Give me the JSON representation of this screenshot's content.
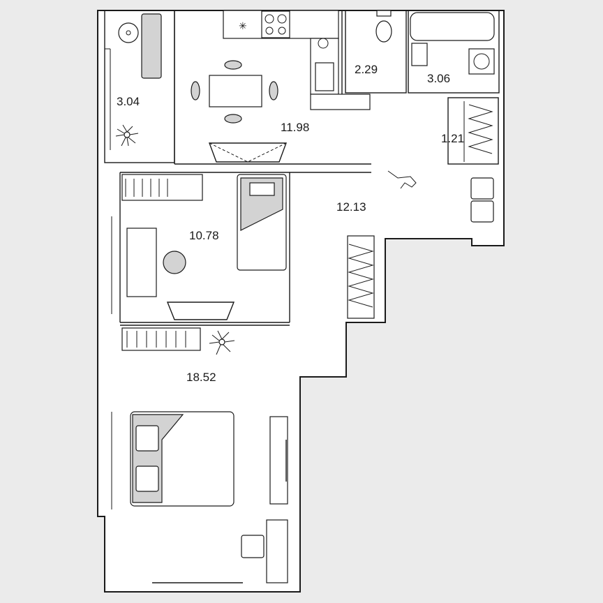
{
  "plan": {
    "background_color": "#ebebeb",
    "rooms": [
      {
        "id": "balcony",
        "area": "3.04"
      },
      {
        "id": "kitchen",
        "area": "11.98"
      },
      {
        "id": "toilet",
        "area": "2.29"
      },
      {
        "id": "bathroom",
        "area": "3.06"
      },
      {
        "id": "closet",
        "area": "1.21"
      },
      {
        "id": "hall",
        "area": "12.13"
      },
      {
        "id": "room-small",
        "area": "10.78"
      },
      {
        "id": "room-large",
        "area": "18.52"
      }
    ]
  }
}
